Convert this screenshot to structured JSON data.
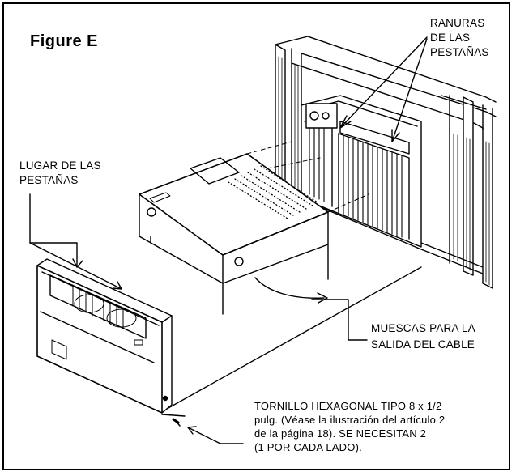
{
  "figure": {
    "title": "Figure  E",
    "labels": {
      "ranuras": [
        "RANURAS",
        "DE LAS",
        "PESTAÑAS"
      ],
      "lugar": [
        "LUGAR DE LAS",
        "PESTAÑAS"
      ],
      "muescas": [
        "MUESCAS PARA LA",
        "SALIDA DEL CABLE"
      ],
      "tornillo": [
        "TORNILLO HEXAGONAL TIPO 8 x 1/2",
        "pulg. (Véase la ilustración del artículo 2",
        "de la página 18). SE NECESITAN 2",
        "(1 POR CADA LADO)."
      ]
    },
    "parts": {
      "window": "window-frame-icon",
      "unit": "air-conditioner-chassis-icon",
      "cover": "front-cover-grille-icon",
      "screw": "hex-screw-icon"
    }
  }
}
